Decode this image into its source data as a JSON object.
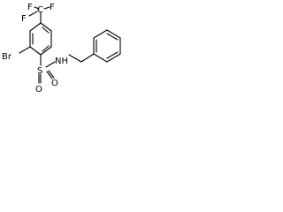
{
  "molecule": {
    "atoms": {
      "f_top_left": "F",
      "f_top_right": "F",
      "f_left": "F",
      "c_cf3": "C",
      "br": "Br",
      "s": "S",
      "o_left": "O",
      "o_right": "O",
      "nh": "NH"
    }
  }
}
